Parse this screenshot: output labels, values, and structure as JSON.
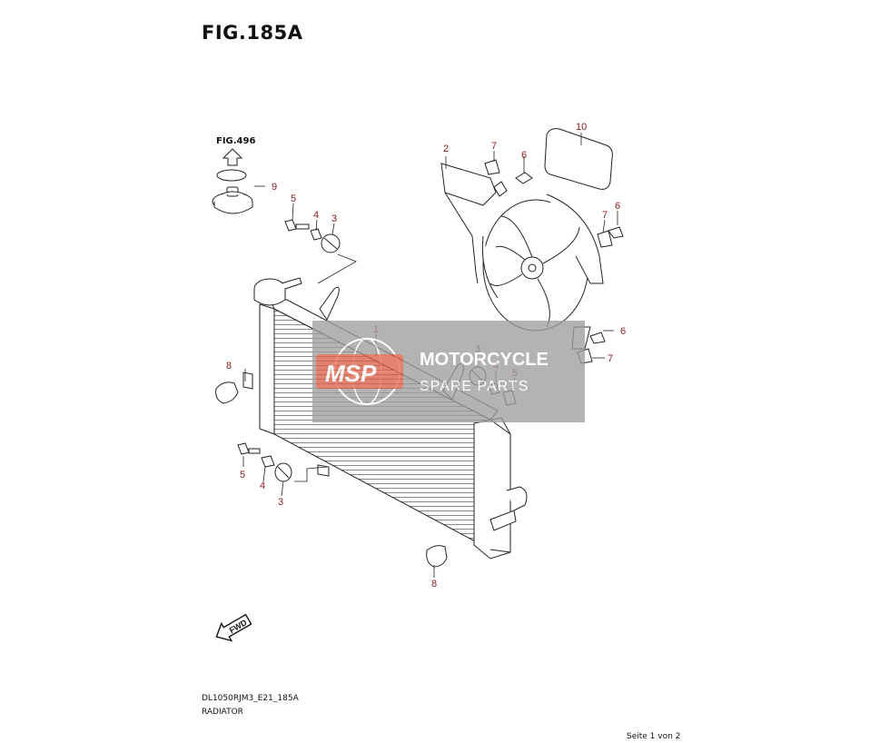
{
  "header": {
    "figure": "FIG.185A",
    "sub_reference": "FIG.496"
  },
  "callouts": [
    {
      "id": "c1",
      "label": "1"
    },
    {
      "id": "c2",
      "label": "2"
    },
    {
      "id": "c3a",
      "label": "3"
    },
    {
      "id": "c3b",
      "label": "3"
    },
    {
      "id": "c3c",
      "label": "3"
    },
    {
      "id": "c4a",
      "label": "4"
    },
    {
      "id": "c4b",
      "label": "4"
    },
    {
      "id": "c4c",
      "label": "4"
    },
    {
      "id": "c5a",
      "label": "5"
    },
    {
      "id": "c5b",
      "label": "5"
    },
    {
      "id": "c5c",
      "label": "5"
    },
    {
      "id": "c6a",
      "label": "6"
    },
    {
      "id": "c6b",
      "label": "6"
    },
    {
      "id": "c6c",
      "label": "6"
    },
    {
      "id": "c7a",
      "label": "7"
    },
    {
      "id": "c7b",
      "label": "7"
    },
    {
      "id": "c7c",
      "label": "7"
    },
    {
      "id": "c8a",
      "label": "8"
    },
    {
      "id": "c8b",
      "label": "8"
    },
    {
      "id": "c9",
      "label": "9"
    },
    {
      "id": "c10",
      "label": "10"
    }
  ],
  "watermark": {
    "logo": "MSP",
    "line1": "MOTORCYCLE",
    "line2": "SPARE PARTS"
  },
  "direction_badge": "FWD",
  "footer": {
    "code": "DL1050RJM3_E21_185A",
    "name": "RADIATOR",
    "page": "Seite 1 von 2"
  },
  "colors": {
    "callout": "#8a1a1a",
    "line": "#222222",
    "watermark_bg": "#9e9e9e",
    "watermark_accent": "#e5553a"
  }
}
